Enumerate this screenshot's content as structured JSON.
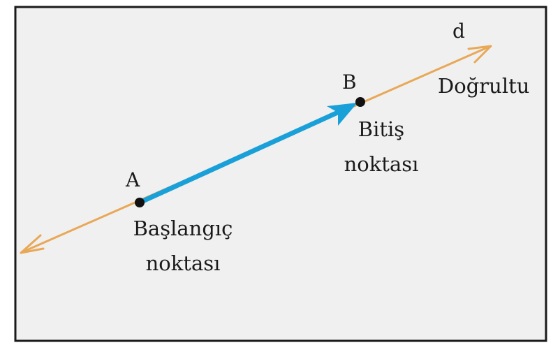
{
  "colors": {
    "background": "#f0f0f0",
    "frame": "#1a1a1a",
    "direction_line": "#e8a857",
    "vector": "#1aa0d8",
    "point": "#111111"
  },
  "points": {
    "start": {
      "name": "A",
      "label_line1": "Başlangıç",
      "label_line2": "noktası"
    },
    "end": {
      "name": "B",
      "label_line1": "Bitiş",
      "label_line2": "noktası"
    }
  },
  "line": {
    "name": "d",
    "label": "Doğrultu"
  }
}
